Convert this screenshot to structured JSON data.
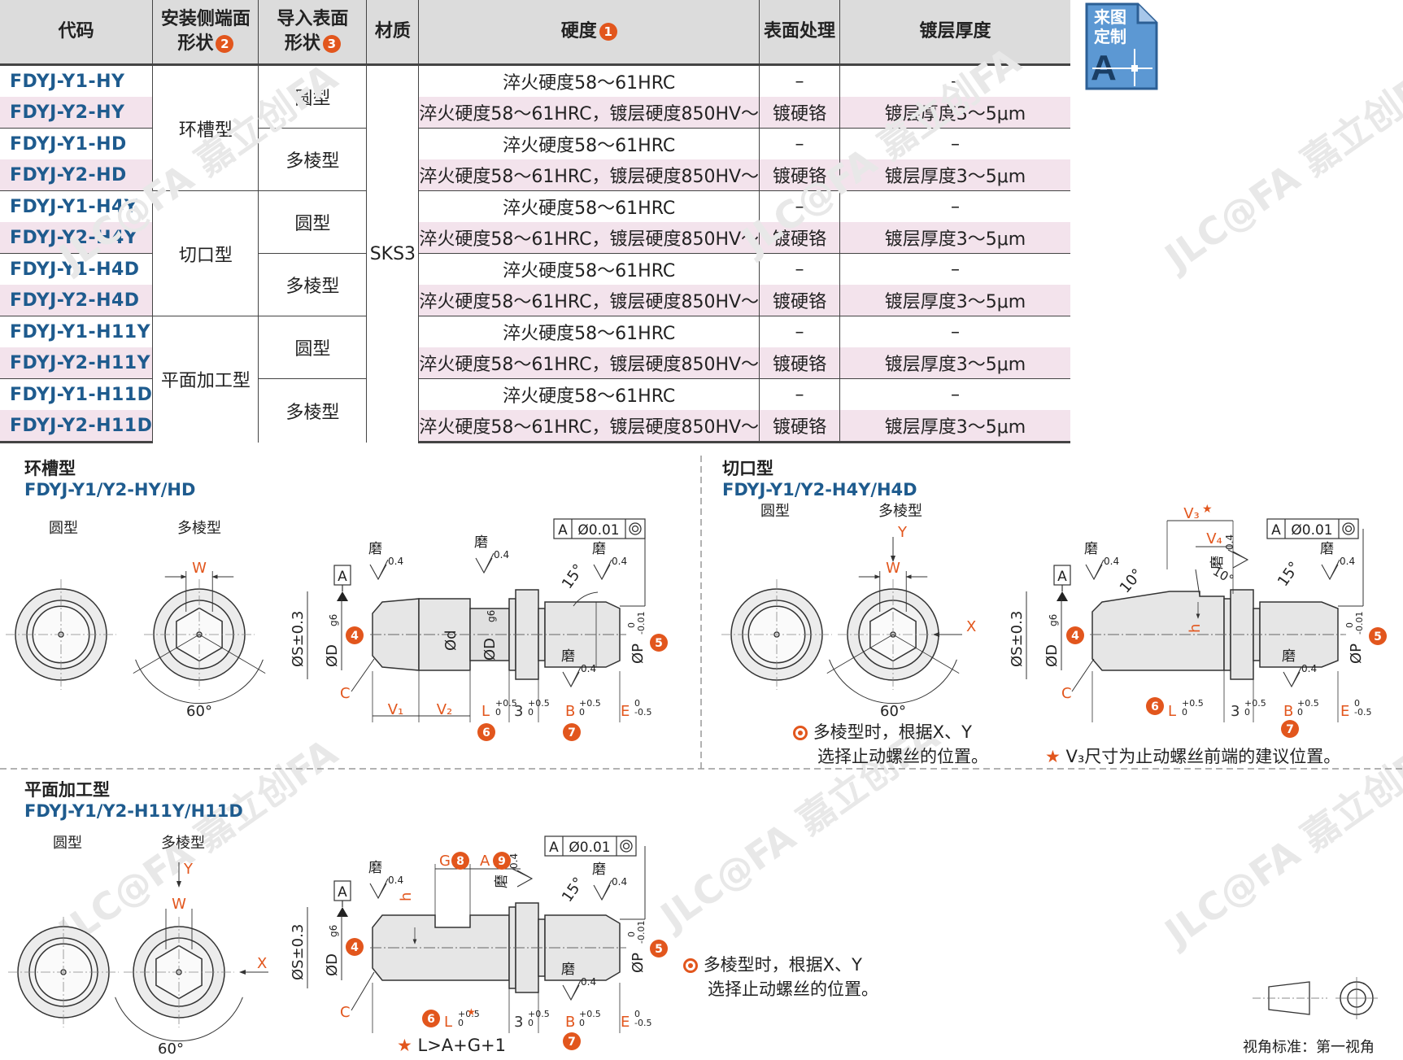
{
  "table": {
    "headers": {
      "code": "代码",
      "shape_l1": "安装侧端面",
      "shape_l2": "形状",
      "shape_num": "2",
      "lead_l1": "导入表面",
      "lead_l2": "形状",
      "lead_num": "3",
      "material": "材质",
      "hardness": "硬度",
      "hardness_num": "1",
      "surface": "表面处理",
      "thickness": "镀层厚度"
    },
    "rows": [
      {
        "code": "FDYJ-Y1-HY",
        "hardness": "淬火硬度58～61HRC",
        "surface": "–",
        "thickness": "–"
      },
      {
        "code": "FDYJ-Y2-HY",
        "hardness": "淬火硬度58～61HRC，镀层硬度850HV～",
        "surface": "镀硬铬",
        "thickness": "镀层厚度3～5μm"
      },
      {
        "code": "FDYJ-Y1-HD",
        "hardness": "淬火硬度58～61HRC",
        "surface": "–",
        "thickness": "–"
      },
      {
        "code": "FDYJ-Y2-HD",
        "hardness": "淬火硬度58～61HRC，镀层硬度850HV～",
        "surface": "镀硬铬",
        "thickness": "镀层厚度3～5μm"
      },
      {
        "code": "FDYJ-Y1-H4Y",
        "hardness": "淬火硬度58～61HRC",
        "surface": "–",
        "thickness": "–"
      },
      {
        "code": "FDYJ-Y2-H4Y",
        "hardness": "淬火硬度58～61HRC，镀层硬度850HV～",
        "surface": "镀硬铬",
        "thickness": "镀层厚度3～5μm"
      },
      {
        "code": "FDYJ-Y1-H4D",
        "hardness": "淬火硬度58～61HRC",
        "surface": "–",
        "thickness": "–"
      },
      {
        "code": "FDYJ-Y2-H4D",
        "hardness": "淬火硬度58～61HRC，镀层硬度850HV～",
        "surface": "镀硬铬",
        "thickness": "镀层厚度3～5μm"
      },
      {
        "code": "FDYJ-Y1-H11Y",
        "hardness": "淬火硬度58～61HRC",
        "surface": "–",
        "thickness": "–"
      },
      {
        "code": "FDYJ-Y2-H11Y",
        "hardness": "淬火硬度58～61HRC，镀层硬度850HV～",
        "surface": "镀硬铬",
        "thickness": "镀层厚度3～5μm"
      },
      {
        "code": "FDYJ-Y1-H11D",
        "hardness": "淬火硬度58～61HRC",
        "surface": "–",
        "thickness": "–"
      },
      {
        "code": "FDYJ-Y2-H11D",
        "hardness": "淬火硬度58～61HRC，镀层硬度850HV～",
        "surface": "镀硬铬",
        "thickness": "镀层厚度3～5μm"
      }
    ],
    "shapes": [
      "环槽型",
      "切口型",
      "平面加工型"
    ],
    "leads": [
      "圆型",
      "多棱型",
      "圆型",
      "多棱型",
      "圆型",
      "多棱型"
    ],
    "material": "SKS3"
  },
  "badge": {
    "l1": "来图",
    "l2": "定制",
    "letter": "A"
  },
  "sections": {
    "groove": {
      "title": "环槽型",
      "code": "FDYJ-Y1/Y2-HY/HD",
      "round": "圆型",
      "poly": "多棱型"
    },
    "notch": {
      "title": "切口型",
      "code": "FDYJ-Y1/Y2-H4Y/H4D",
      "round": "圆型",
      "poly": "多棱型",
      "note1_l1": "多棱型时，根据X、Y",
      "note1_l2": "选择止动螺丝的位置。",
      "note2": "V₃尺寸为止动螺丝前端的建议位置。"
    },
    "flat": {
      "title": "平面加工型",
      "code": "FDYJ-Y1/Y2-H11Y/H11D",
      "round": "圆型",
      "poly": "多棱型",
      "note1_l1": "多棱型时，根据X、Y",
      "note1_l2": "选择止动螺丝的位置。",
      "note2": "L>A+G+1"
    }
  },
  "dims": {
    "tol": "Ø0.01",
    "datum": "A",
    "grind": "磨",
    "ra": "0.4",
    "angle15": "15°",
    "angle60": "60°",
    "angle10": "10°",
    "s": "ØS±0.3",
    "d": "ØD",
    "g6": "g6",
    "dd": "Ød",
    "p": "ØP",
    "p_tol_u": "0",
    "p_tol_l": "-0.01",
    "c": "C",
    "v1": "V₁",
    "v2": "V₂",
    "v3": "V₃",
    "v4": "V₄",
    "l": "L",
    "l_u": "+0.5",
    "l_l": "0",
    "three": "3",
    "three_u": "+0.5",
    "three_l": "0",
    "b": "B",
    "b_u": "+0.5",
    "b_l": "0",
    "e": "E",
    "e_u": "0",
    "e_l": "-0.5",
    "w": "W",
    "x": "X",
    "y": "Y",
    "h": "h",
    "g": "G",
    "a": "A",
    "n1": "1",
    "n2": "2",
    "n3": "3",
    "n4": "4",
    "n5": "5",
    "n6": "6",
    "n7": "7",
    "n8": "8",
    "n9": "9"
  },
  "view_std": "视角标准：第一视角",
  "watermark": "JLC@FA 嘉立创FA"
}
